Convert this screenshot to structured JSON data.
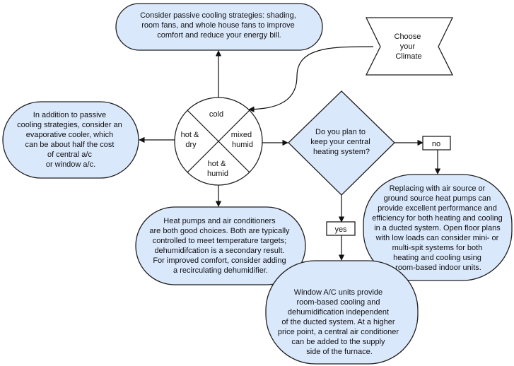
{
  "diagram": {
    "start": {
      "lines": [
        "Choose",
        "your",
        "Climate"
      ]
    },
    "climate_wheel": {
      "cold": [
        "cold"
      ],
      "hot_dry": [
        "hot &",
        "dry"
      ],
      "mixed_humid": [
        "mixed",
        "humid"
      ],
      "hot_humid": [
        "hot &",
        "humid"
      ]
    },
    "passive_cooling": {
      "lines": [
        "Consider passive cooling strategies: shading,",
        "room fans, and whole house fans to improve",
        "comfort and reduce your energy bill."
      ]
    },
    "evaporative": {
      "lines": [
        "In addition to passive",
        "cooling strategies, consider an",
        "evaporative cooler, which",
        "can be about half the cost",
        "of central a/c",
        "or window a/c."
      ]
    },
    "heat_pumps_ac": {
      "lines": [
        "Heat pumps and air conditioners",
        "are both good choices. Both are typically",
        "controlled to meet temperature targets;",
        "dehumidifcation is a secondary result.",
        "For improved comfort, consider adding",
        "a recirculating dehumidifier."
      ]
    },
    "decision": {
      "lines": [
        "Do you plan to",
        "keep your central",
        "heating system?"
      ]
    },
    "no_label": "no",
    "yes_label": "yes",
    "heat_pump_replace": {
      "lines": [
        "Replacing with air source or",
        "ground source heat pumps can",
        "provide excellent performance and",
        "efficiency for both heating and cooling",
        "in a ducted system. Open floor plans",
        "with low loads can consider mini- or",
        "multi-spit systems for both",
        "heating and cooling using",
        "room-based indoor units."
      ]
    },
    "window_ac": {
      "lines": [
        "Window A/C units provide",
        "room-based cooling and",
        "dehumidification independent",
        "of the ducted system. At a higher",
        "price point, a central air conditioner",
        "can be added to the supply",
        "side of the furnace."
      ]
    }
  },
  "colors": {
    "node_fill": "#dae8fc",
    "stroke": "#1f1f1f"
  }
}
